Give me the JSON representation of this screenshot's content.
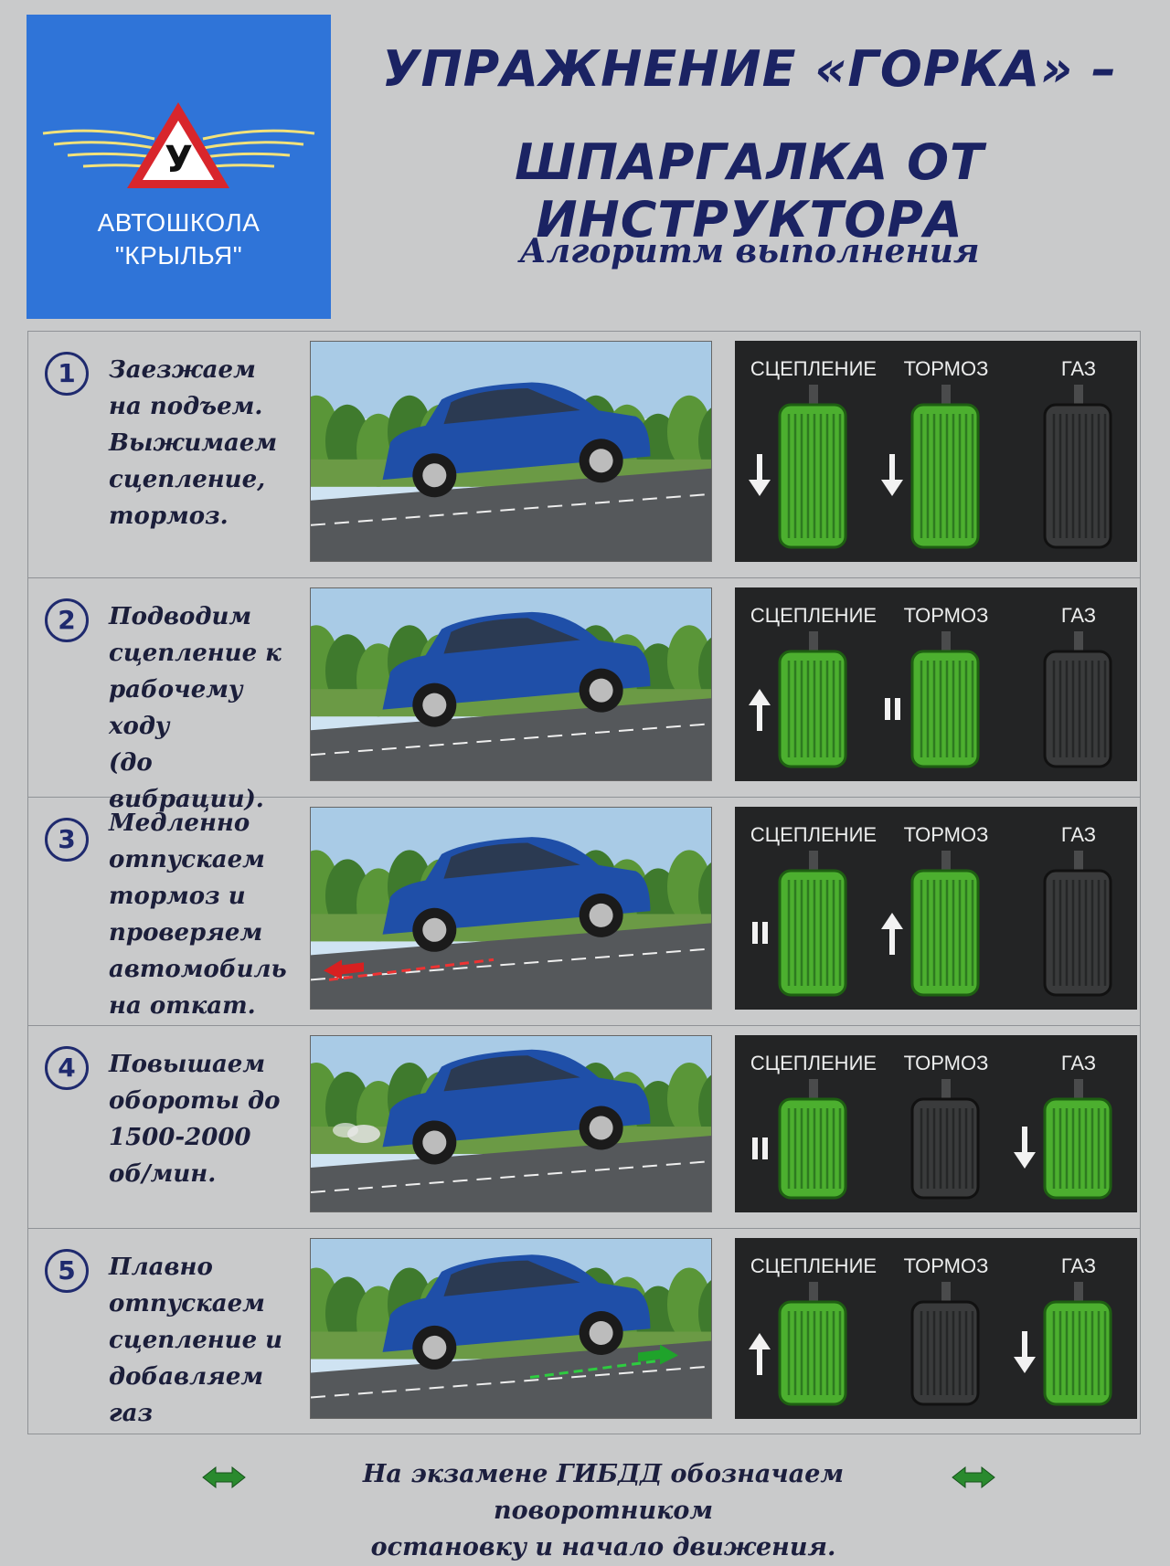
{
  "logo": {
    "letter": "У",
    "line1": "АВТОШКОЛА",
    "line2": "\"КРЫЛЬЯ\""
  },
  "header": {
    "title_line1": "УПРАЖНЕНИЕ «ГОРКА» –",
    "title_line2": "ШПАРГАЛКА ОТ ИНСТРУКТОРА",
    "subtitle": "Алгоритм выполнения"
  },
  "pedal_labels": [
    "СЦЕПЛЕНИЕ",
    "ТОРМОЗ",
    "ГАЗ"
  ],
  "colors": {
    "active_pedal": "#4caf2f",
    "inactive_pedal": "#3a3b3c",
    "title": "#1b2363",
    "logo_bg": "#2f74d8"
  },
  "steps": [
    {
      "number": "1",
      "lines": [
        "Заезжаем",
        "на подъем.",
        "Выжимаем",
        "сцепление,",
        "тормоз."
      ],
      "pedals": [
        {
          "state": "active",
          "indicator": "down"
        },
        {
          "state": "active",
          "indicator": "down"
        },
        {
          "state": "inactive",
          "indicator": "none"
        }
      ],
      "scene": "car-uphill"
    },
    {
      "number": "2",
      "lines": [
        "Подводим",
        "сцепление к",
        "рабочему ходу",
        "(до вибрации)."
      ],
      "pedals": [
        {
          "state": "active",
          "indicator": "up"
        },
        {
          "state": "active",
          "indicator": "hold"
        },
        {
          "state": "inactive",
          "indicator": "none"
        }
      ],
      "scene": "car-uphill"
    },
    {
      "number": "3",
      "lines": [
        "Медленно",
        "отпускаем",
        "тормоз и",
        "проверяем",
        "автомобиль",
        "на откат."
      ],
      "pedals": [
        {
          "state": "active",
          "indicator": "hold"
        },
        {
          "state": "active",
          "indicator": "up"
        },
        {
          "state": "inactive",
          "indicator": "none"
        }
      ],
      "scene": "car-rollback"
    },
    {
      "number": "4",
      "lines": [
        "Повышаем",
        "обороты до",
        "1500-2000",
        "об/мин."
      ],
      "pedals": [
        {
          "state": "active",
          "indicator": "hold"
        },
        {
          "state": "inactive",
          "indicator": "none"
        },
        {
          "state": "active",
          "indicator": "down"
        }
      ],
      "scene": "car-exhaust"
    },
    {
      "number": "5",
      "lines": [
        "Плавно",
        "отпускаем",
        "сцепление и",
        "добавляем газ"
      ],
      "pedals": [
        {
          "state": "active",
          "indicator": "up"
        },
        {
          "state": "inactive",
          "indicator": "none"
        },
        {
          "state": "active",
          "indicator": "down"
        }
      ],
      "scene": "car-forward"
    }
  ],
  "footer": {
    "line1": "На экзамене ГИБДД обозначаем поворотником",
    "line2": "остановку и начало движения."
  }
}
